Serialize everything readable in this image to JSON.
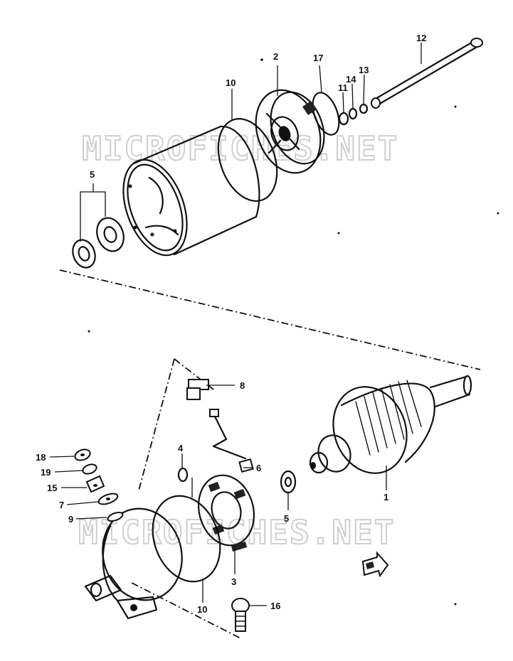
{
  "watermarks": [
    "MICROFICHES.NET",
    "MICROFICHES.NET"
  ],
  "callouts": {
    "p1": "1",
    "p2": "2",
    "p3": "3",
    "p4": "4",
    "p5_top": "5",
    "p5_bottom": "5",
    "p6": "6",
    "p7": "7",
    "p8": "8",
    "p9": "9",
    "p10_top": "10",
    "p10_bottom": "10",
    "p11": "11",
    "p12": "12",
    "p13": "13",
    "p14": "14",
    "p15": "15",
    "p16": "16",
    "p17": "17",
    "p18": "18",
    "p19": "19"
  }
}
